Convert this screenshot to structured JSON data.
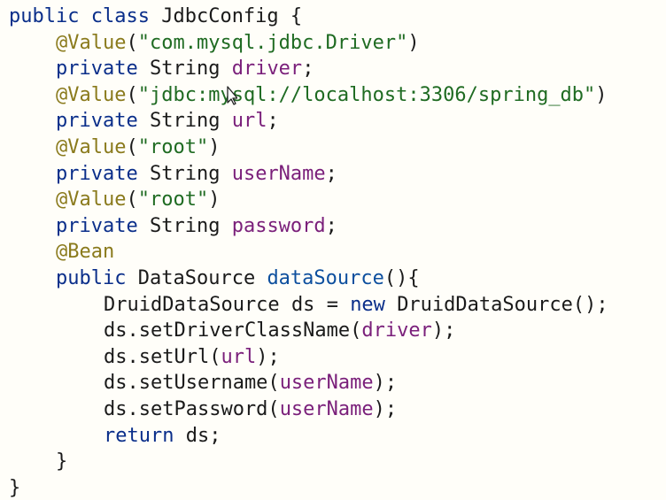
{
  "code": {
    "l1": {
      "kw1": "public",
      "kw2": "class",
      "name": "JdbcConfig",
      "brace": "{"
    },
    "l2": {
      "ann": "@Value",
      "open": "(",
      "str": "\"com.mysql.jdbc.Driver\"",
      "close": ")"
    },
    "l3": {
      "kw": "private",
      "type": "String",
      "field": "driver",
      "semi": ";"
    },
    "l4": {
      "ann": "@Value",
      "open": "(",
      "str": "\"jdbc:mysql://localhost:3306/spring_db\"",
      "close": ")"
    },
    "l5": {
      "kw": "private",
      "type": "String",
      "field": "url",
      "semi": ";"
    },
    "l6": {
      "ann": "@Value",
      "open": "(",
      "str": "\"root\"",
      "close": ")"
    },
    "l7": {
      "kw": "private",
      "type": "String",
      "field": "userName",
      "semi": ";"
    },
    "l8": {
      "ann": "@Value",
      "open": "(",
      "str": "\"root\"",
      "close": ")"
    },
    "l9": {
      "kw": "private",
      "type": "String",
      "field": "password",
      "semi": ";"
    },
    "l10": {
      "ann": "@Bean"
    },
    "l11": {
      "kw": "public",
      "type": "DataSource",
      "method": "dataSource",
      "rest": "(){"
    },
    "l12": {
      "type": "DruidDataSource",
      "var": "ds",
      "eq": "=",
      "kw": "new",
      "ctor": "DruidDataSource",
      "rest": "();"
    },
    "l13": {
      "call": "ds.setDriverClassName(",
      "arg": "driver",
      "end": ");"
    },
    "l14": {
      "call": "ds.setUrl(",
      "arg": "url",
      "end": ");"
    },
    "l15": {
      "call": "ds.setUsername(",
      "arg": "userName",
      "end": ");"
    },
    "l16": {
      "call": "ds.setPassword(",
      "arg": "userName",
      "end": ");"
    },
    "l17": {
      "kw": "return",
      "rest": "ds;"
    },
    "l18": {
      "brace": "}"
    },
    "l19": {
      "brace": "}"
    }
  },
  "colors": {
    "keyword": "#0a2e8a",
    "annotation": "#8a7a1c",
    "string": "#1f6b22",
    "field": "#7a1f7a",
    "method": "#0d4f9e",
    "background": "#fffef9"
  },
  "icons": {
    "cursor": "text-cursor-icon"
  }
}
